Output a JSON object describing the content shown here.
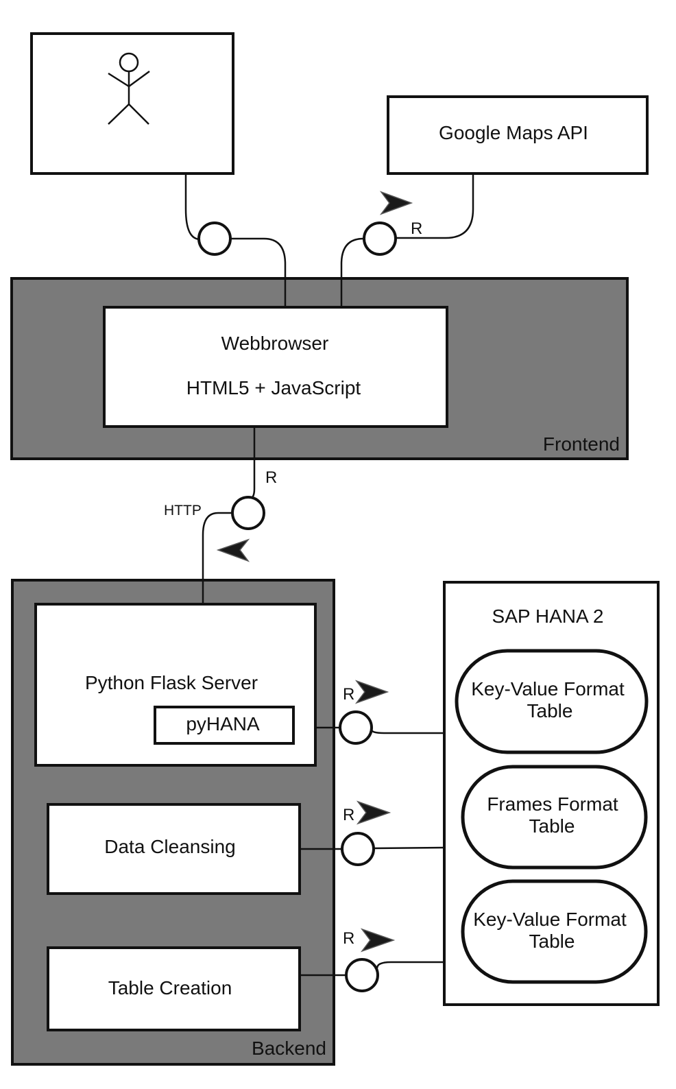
{
  "user": {
    "icon": "stick-figure-actor-icon"
  },
  "external": {
    "google_maps": "Google Maps API"
  },
  "frontend": {
    "zone_label": "Frontend",
    "browser_title": "Webbrowser",
    "browser_subtitle": "HTML5 + JavaScript"
  },
  "connections": {
    "r_label": "R",
    "http_label": "HTTP"
  },
  "backend": {
    "zone_label": "Backend",
    "flask_server": "Python Flask Server",
    "pyhana": "pyHANA",
    "data_cleansing": "Data Cleansing",
    "table_creation": "Table Creation"
  },
  "database": {
    "title": "SAP HANA 2",
    "tables": [
      {
        "line1": "Key-Value Format",
        "line2": "Table"
      },
      {
        "line1": "Frames Format",
        "line2": "Table"
      },
      {
        "line1": "Key-Value Format",
        "line2": "Table"
      }
    ]
  },
  "colors": {
    "zone_fill": "#7a7a7a",
    "stroke": "#111111",
    "arrow": "#1a1a1a"
  }
}
